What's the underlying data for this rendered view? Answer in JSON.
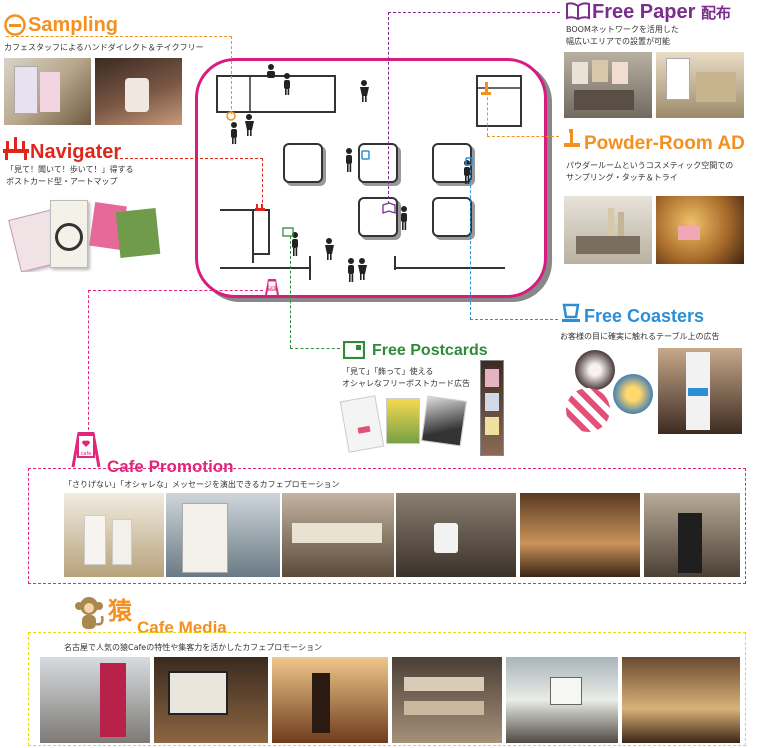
{
  "sampling": {
    "title": "Sampling",
    "desc": "カフェスタッフによるハンドダイレクト＆テイクフリー",
    "color": "#f39020",
    "icon": "sampling-icon"
  },
  "navigater": {
    "title": "Navigater",
    "desc_line1": "「見て！聞いて！歩いて！」得する",
    "desc_line2": "ポストカード型・アートマップ",
    "color": "#e0261b",
    "icon": "map-stand-icon"
  },
  "free_paper": {
    "title": "Free Paper",
    "title_suffix": "配布",
    "desc_line1": "BOOMネットワークを活用した",
    "desc_line2": "幅広いエリアでの設置が可能",
    "color": "#7b2d8e",
    "icon": "open-book-icon"
  },
  "powder_room": {
    "title": "Powder-Room AD",
    "desc_line1": "パウダールームというコスメティック空間での",
    "desc_line2": "サンプリング・タッチ＆トライ",
    "color": "#f39020",
    "icon": "powder-room-icon"
  },
  "free_coasters": {
    "title": "Free Coasters",
    "desc": "お客様の目に確実に触れるテーブル上の広告",
    "color": "#2b8fd6",
    "icon": "cup-icon"
  },
  "free_postcards": {
    "title": "Free Postcards",
    "desc_line1": "「見て」「飾って」使える",
    "desc_line2": "オシャレなフリーポストカード広告",
    "color": "#2e8b3a",
    "icon": "postcard-icon"
  },
  "cafe_promotion": {
    "title": "Cafe Promotion",
    "desc": "「さりげない」「オシャレな」メッセージを演出できるカフェプロモーション",
    "color": "#e0267d",
    "icon": "cafe-sign-icon",
    "icon_label": "cafe"
  },
  "cafe_media": {
    "title_kanji": "猿",
    "title_rest": "Cafe Media",
    "desc": "名古屋で人気の猿Cafeの特性や集客力を活かしたカフェプロモーション",
    "color": "#f39020",
    "icon": "monkey-icon"
  },
  "floor_sign_label": "cafe"
}
